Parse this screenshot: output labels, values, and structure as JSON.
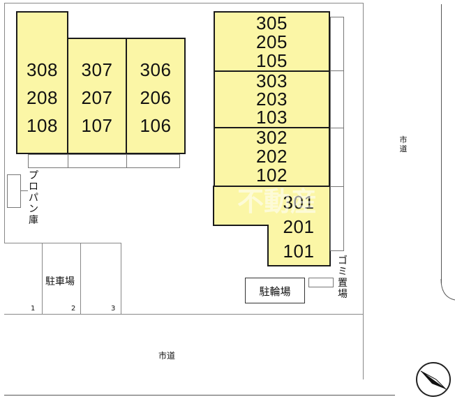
{
  "buildings": {
    "left_units": [
      [
        "308",
        "208",
        "108"
      ],
      [
        "307",
        "207",
        "107"
      ],
      [
        "306",
        "206",
        "106"
      ]
    ],
    "right_units": [
      [
        "305",
        "205",
        "105"
      ],
      [
        "303",
        "203",
        "103"
      ],
      [
        "302",
        "202",
        "102"
      ],
      [
        "301",
        "201",
        "101"
      ]
    ]
  },
  "labels": {
    "propane": "プロパン庫",
    "parking": "駐車場",
    "parking_spaces": [
      "1",
      "2",
      "3"
    ],
    "bicycle": "駐輪場",
    "garbage": "ゴミ置場",
    "road_bottom": "市道",
    "road_right": "市道"
  },
  "watermark": "不動産",
  "colors": {
    "building_fill": "#fbf6a6",
    "outline": "#1a1a1a"
  },
  "compass_icon": "north-arrow-icon"
}
